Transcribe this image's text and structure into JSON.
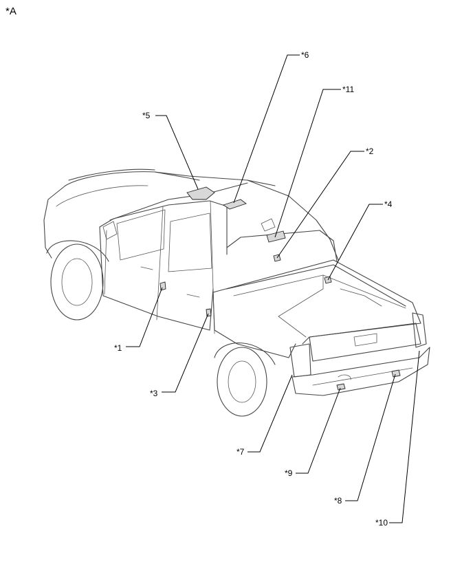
{
  "figure": {
    "corner_label": "*A"
  },
  "callouts": [
    {
      "id": "1",
      "label": "*1"
    },
    {
      "id": "2",
      "label": "*2"
    },
    {
      "id": "3",
      "label": "*3"
    },
    {
      "id": "4",
      "label": "*4"
    },
    {
      "id": "5",
      "label": "*5"
    },
    {
      "id": "6",
      "label": "*6"
    },
    {
      "id": "7",
      "label": "*7"
    },
    {
      "id": "8",
      "label": "*8"
    },
    {
      "id": "9",
      "label": "*9"
    },
    {
      "id": "10",
      "label": "*10"
    },
    {
      "id": "11",
      "label": "*11"
    }
  ]
}
